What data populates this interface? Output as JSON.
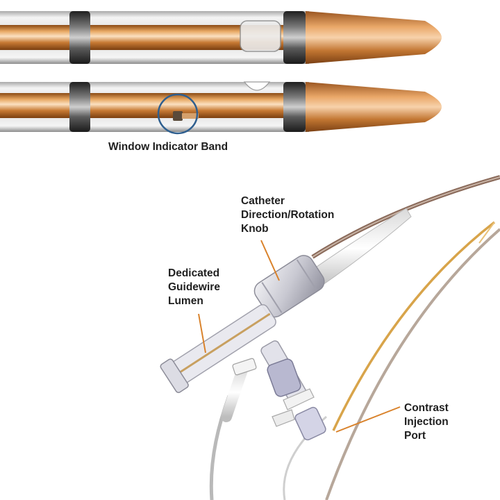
{
  "labels": {
    "window_band": "Window Indicator Band",
    "knob": [
      "Catheter",
      "Direction/Rotation",
      "Knob"
    ],
    "guidewire": [
      "Dedicated",
      "Guidewire",
      "Lumen"
    ],
    "contrast": [
      "Contrast",
      "Injection",
      "Port"
    ]
  },
  "colors": {
    "copper": "#c8833a",
    "leader_line": "#d9822b",
    "indicator_circle": "#2f5f8f",
    "text": "#1f1f1f",
    "dark_band": "#3a3a3a"
  }
}
